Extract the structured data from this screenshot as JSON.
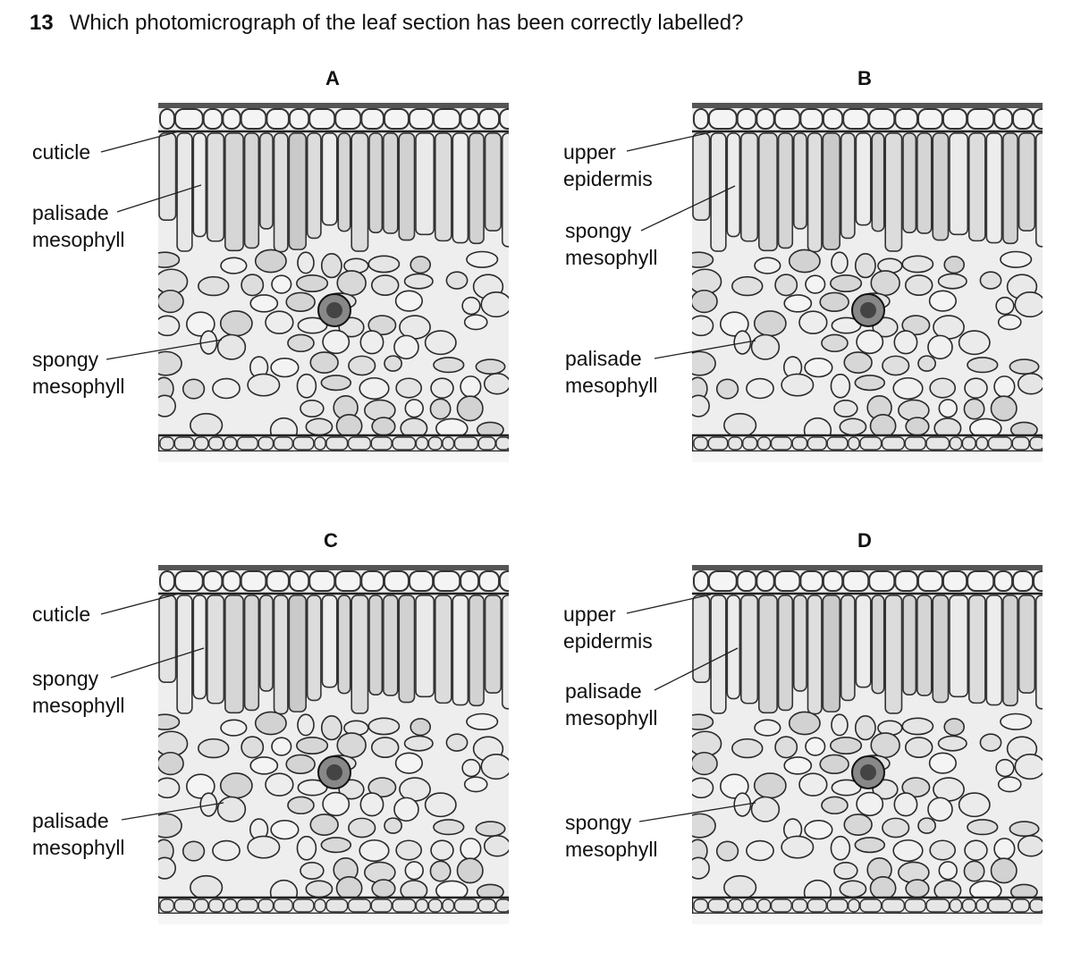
{
  "question": {
    "number": "13",
    "text": "Which photomicrograph of the leaf section has been correctly labelled?"
  },
  "panels": [
    {
      "letter": "A",
      "labels": [
        {
          "lines": [
            "cuticle"
          ]
        },
        {
          "lines": [
            "palisade",
            "mesophyll"
          ]
        },
        {
          "lines": [
            "spongy",
            "mesophyll"
          ]
        }
      ]
    },
    {
      "letter": "B",
      "labels": [
        {
          "lines": [
            "upper",
            "epidermis"
          ]
        },
        {
          "lines": [
            "spongy",
            "mesophyll"
          ]
        },
        {
          "lines": [
            "palisade",
            "mesophyll"
          ]
        }
      ]
    },
    {
      "letter": "C",
      "labels": [
        {
          "lines": [
            "cuticle"
          ]
        },
        {
          "lines": [
            "spongy",
            "mesophyll"
          ]
        },
        {
          "lines": [
            "palisade",
            "mesophyll"
          ]
        }
      ]
    },
    {
      "letter": "D",
      "labels": [
        {
          "lines": [
            "upper",
            "epidermis"
          ]
        },
        {
          "lines": [
            "palisade",
            "mesophyll"
          ]
        },
        {
          "lines": [
            "spongy",
            "mesophyll"
          ]
        }
      ]
    }
  ]
}
